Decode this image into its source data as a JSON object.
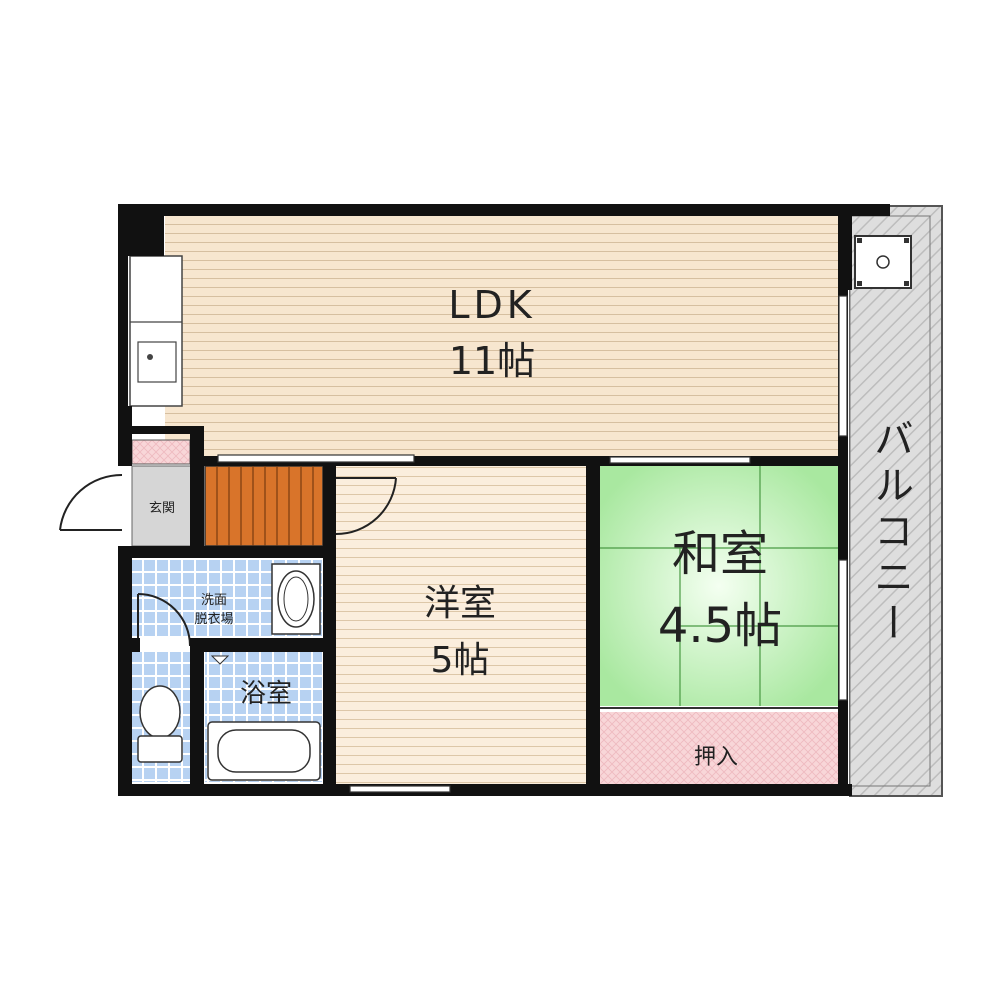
{
  "rooms": {
    "ldk": {
      "name": "LDK",
      "size": "11帖"
    },
    "western": {
      "name": "洋室",
      "size": "5帖"
    },
    "japanese": {
      "name": "和室",
      "size": "4.5帖"
    },
    "closet": {
      "name": "押入"
    },
    "bath": {
      "name": "浴室"
    },
    "washroom": {
      "name_line1": "洗面",
      "name_line2": "脱衣場"
    },
    "entrance": {
      "name": "玄関"
    },
    "balcony": {
      "name": "バルコニー"
    }
  },
  "colors": {
    "wall": "#111111",
    "ldk_floor": "#f7e6cf",
    "ldk_lines": "#d9c2a3",
    "western_floor": "#fbeedd",
    "japanese_floor": "#b9eeb2",
    "japanese_center": "#f3fff0",
    "tile": "#b9d3f2",
    "closet": "#f8d3d6",
    "stairs": "#d9742a",
    "balcony": "#dcdcdc",
    "entrance": "#d8d8d8"
  }
}
